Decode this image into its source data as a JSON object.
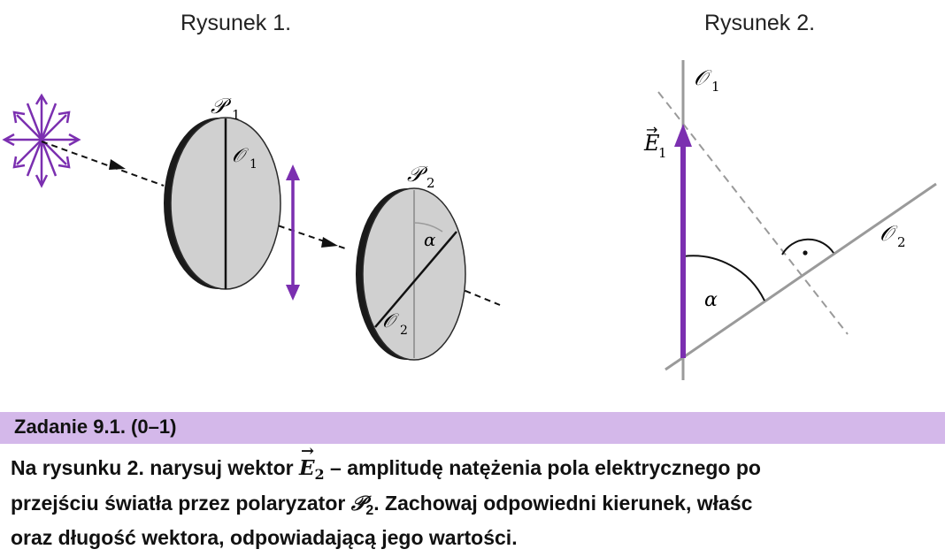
{
  "figure1": {
    "title": "Rysunek 1.",
    "polarizer1_label": "𝒫",
    "polarizer1_sub": "1",
    "axis1_label": "𝒪",
    "axis1_sub": "1",
    "polarizer2_label": "𝒫",
    "polarizer2_sub": "2",
    "axis2_label": "𝒪",
    "axis2_sub": "2",
    "angle_label": "α"
  },
  "figure2": {
    "title": "Rysunek 2.",
    "axis1_label": "𝒪",
    "axis1_sub": "1",
    "vector_label": "E",
    "vector_sub": "1",
    "vector_arrow": "→",
    "axis2_label": "𝒪",
    "axis2_sub": "2",
    "angle_label": "α"
  },
  "task": {
    "header": "Zadanie 9.1. (0–1)",
    "line1_a": "Na rysunku 2. narysuj wektor ",
    "line1_vec": "E",
    "line1_vec_sub": "2",
    "line1_vec_arrow": "→",
    "line1_b": " – amplitudę natężenia pola elektrycznego po",
    "line2_a": "przejściu światła przez polaryzator ",
    "line2_p": "𝒫",
    "line2_p_sub": "2",
    "line2_b": ". Zachowaj odpowiedni kierunek, właśc",
    "line3": "oraz długość wektora, odpowiadającą jego wartości."
  },
  "colors": {
    "accent_purple": "#7b2fb0",
    "banner": "#d4b8ea",
    "disc_fill": "#d0d0d0",
    "gray_line": "#9a9a9a"
  }
}
